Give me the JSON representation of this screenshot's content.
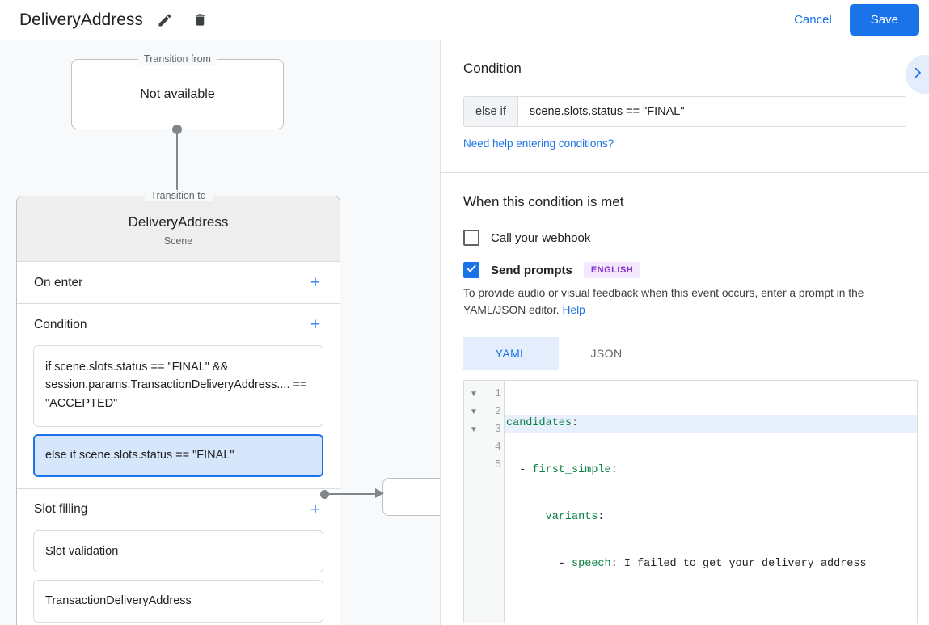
{
  "header": {
    "title": "DeliveryAddress",
    "edit_icon": "pencil-icon",
    "delete_icon": "trash-icon",
    "cancel_label": "Cancel",
    "save_label": "Save",
    "accent_color": "#1a73e8"
  },
  "graph": {
    "transition_from": {
      "legend": "Transition from",
      "value": "Not available"
    },
    "transition_to": {
      "legend": "Transition to",
      "scene_name": "DeliveryAddress",
      "scene_type": "Scene"
    },
    "sections": [
      {
        "title": "On enter",
        "add_label": "+",
        "items": []
      },
      {
        "title": "Condition",
        "add_label": "+",
        "items": [
          {
            "text": "if scene.slots.status == \"FINAL\" && session.params.TransactionDeliveryAddress.... == \"ACCEPTED\"",
            "selected": false
          },
          {
            "text": "else if scene.slots.status == \"FINAL\"",
            "selected": true
          }
        ]
      },
      {
        "title": "Slot filling",
        "add_label": "+",
        "items": [
          {
            "text": "Slot validation",
            "selected": false
          },
          {
            "text": "TransactionDeliveryAddress",
            "selected": false
          }
        ]
      }
    ]
  },
  "detail": {
    "collapse_icon": "chevron-right-icon",
    "condition": {
      "heading": "Condition",
      "prefix": "else if",
      "expression": "scene.slots.status == \"FINAL\"",
      "help_link": "Need help entering conditions?"
    },
    "when_met": {
      "heading": "When this condition is met",
      "webhook": {
        "label": "Call your webhook",
        "checked": false
      },
      "prompts": {
        "label": "Send prompts",
        "checked": true,
        "badge": "ENGLISH",
        "badge_bg": "#f3e8fd",
        "badge_fg": "#8430ce"
      },
      "help_text": "To provide audio or visual feedback when this event occurs, enter a prompt in the YAML/JSON editor.",
      "help_link": "Help"
    },
    "editor": {
      "tabs": [
        {
          "label": "YAML",
          "active": true
        },
        {
          "label": "JSON",
          "active": false
        }
      ],
      "lines": [
        {
          "number": "1",
          "foldable": true,
          "active": true,
          "indent": "",
          "key": "candidates",
          "colon": ":",
          "value": ""
        },
        {
          "number": "2",
          "foldable": true,
          "active": false,
          "indent": "  - ",
          "key": "first_simple",
          "colon": ":",
          "value": ""
        },
        {
          "number": "3",
          "foldable": true,
          "active": false,
          "indent": "      ",
          "key": "variants",
          "colon": ":",
          "value": ""
        },
        {
          "number": "4",
          "foldable": false,
          "active": false,
          "indent": "        - ",
          "key": "speech",
          "colon": ":",
          "value": " I failed to get your delivery address"
        },
        {
          "number": "5",
          "foldable": false,
          "active": false,
          "indent": "",
          "key": "",
          "colon": "",
          "value": ""
        }
      ]
    }
  }
}
